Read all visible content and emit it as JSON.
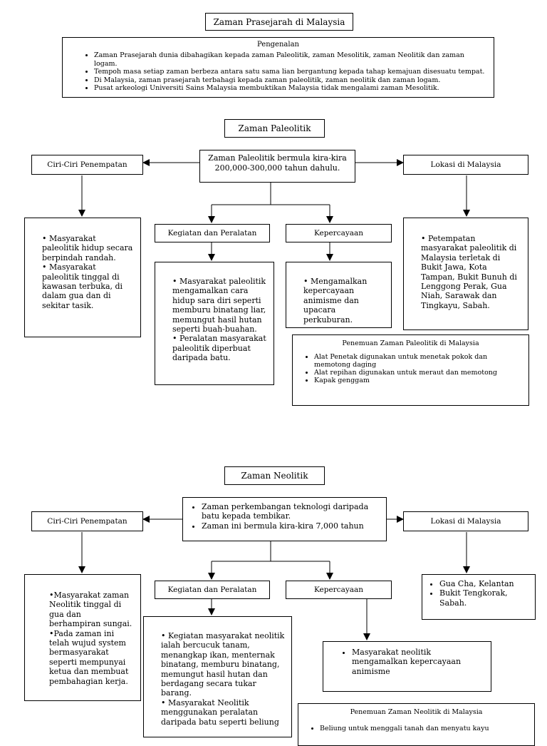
{
  "main_title": "Zaman Prasejarah di Malaysia",
  "intro": {
    "heading": "Pengenalan",
    "items": [
      "Zaman Prasejarah dunia dibahagikan kepada zaman Paleolitik, zaman Mesolitik, zaman Neolitik dan zaman logam.",
      "Tempoh masa setiap zaman berbeza antara satu sama lian bergantung kepada tahap kemajuan disesuatu tempat.",
      "Di Malaysia, zaman prasejarah terbahagi kepada zaman paleolitik, zaman neolitik dan zaman logam.",
      "Pusat arkeologi Universiti Sains Malaysia membuktikan Malaysia tidak mengalami zaman Mesolitik."
    ]
  },
  "paleolitik": {
    "title": "Zaman Paleolitik",
    "center": "Zaman Paleolitik bermula kira-kira 200,000-300,000 tahun dahulu.",
    "ciri_label": "Ciri-Ciri Penempatan",
    "ciri_items": [
      "Masyarakat paleolitik hidup secara berpindah randah.",
      "Masyarakat paleolitik tinggal di kawasan terbuka, di dalam gua dan di sekitar tasik."
    ],
    "lokasi_label": "Lokasi di Malaysia",
    "lokasi_items": [
      "Petempatan masyarakat paleolitik di Malaysia terletak di Bukit Jawa, Kota Tampan, Bukit Bunuh di Lenggong Perak, Gua Niah, Sarawak dan Tingkayu, Sabah."
    ],
    "kegiatan_label": "Kegiatan dan Peralatan",
    "kegiatan_items": [
      "Masyarakat paleolitik mengamalkan cara hidup sara diri seperti memburu binatang liar, memungut hasil hutan seperti buah-buahan.",
      "Peralatan masyarakat paleolitik diperbuat daripada batu."
    ],
    "kepercayaan_label": "Kepercayaan",
    "kepercayaan_items": [
      "Mengamalkan kepercayaan animisme dan upacara perkuburan."
    ],
    "penemuan_heading": "Penemuan Zaman Paleolitik di Malaysia",
    "penemuan_items": [
      "Alat Penetak digunakan untuk menetak pokok dan memotong daging",
      "Alat repihan digunakan untuk meraut dan memotong",
      "Kapak genggam"
    ]
  },
  "neolitik": {
    "title": "Zaman Neolitik",
    "center_items": [
      "Zaman perkembangan teknologi daripada batu kepada tembikar.",
      "Zaman ini bermula kira-kira 7,000 tahun"
    ],
    "ciri_label": "Ciri-Ciri Penempatan",
    "ciri_items": [
      "Masyarakat zaman Neolitik tinggal di gua dan berhampiran sungai.",
      "Pada zaman ini telah wujud system bermasyarakat seperti mempunyai ketua dan membuat pembahagian kerja."
    ],
    "lokasi_label": "Lokasi di Malaysia",
    "lokasi_items": [
      "Gua Cha, Kelantan",
      "Bukit Tengkorak, Sabah."
    ],
    "kegiatan_label": "Kegiatan dan Peralatan",
    "kegiatan_items": [
      "Kegiatan masyarakat neolitik ialah bercucuk tanam, menangkap ikan, menternak binatang, memburu binatang, memungut hasil hutan dan berdagang secara tukar barang.",
      "Masyarakat Neolitik menggunakan peralatan daripada batu seperti beliung"
    ],
    "kepercayaan_label": "Kepercayaan",
    "kepercayaan_items": [
      "Masyarakat neolitik mengamalkan kepercayaan animisme"
    ],
    "penemuan_heading": "Penemuan Zaman Neolitik di Malaysia",
    "penemuan_items": [
      "Beliung untuk menggali tanah dan menyatu kayu"
    ]
  }
}
